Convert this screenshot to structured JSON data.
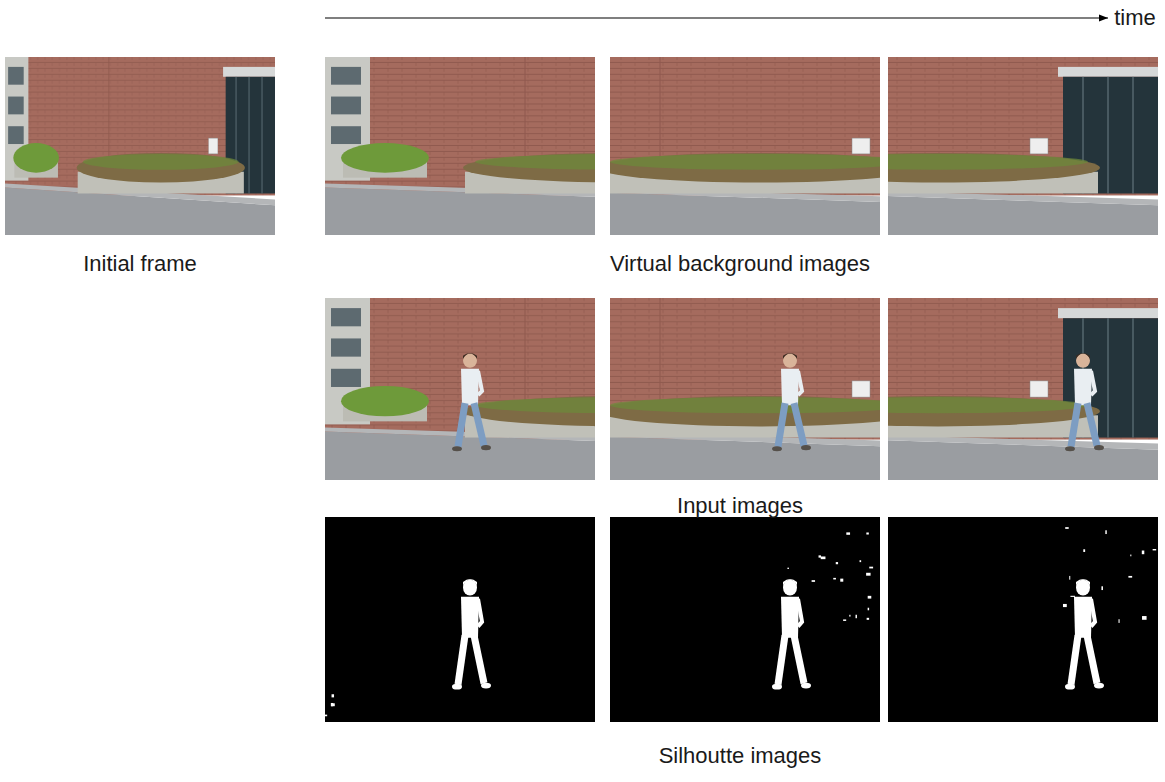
{
  "diagram": {
    "labels": [
      "time",
      "Initial frame",
      "Virtual background images",
      "Input images",
      "Silhoutte images"
    ]
  }
}
